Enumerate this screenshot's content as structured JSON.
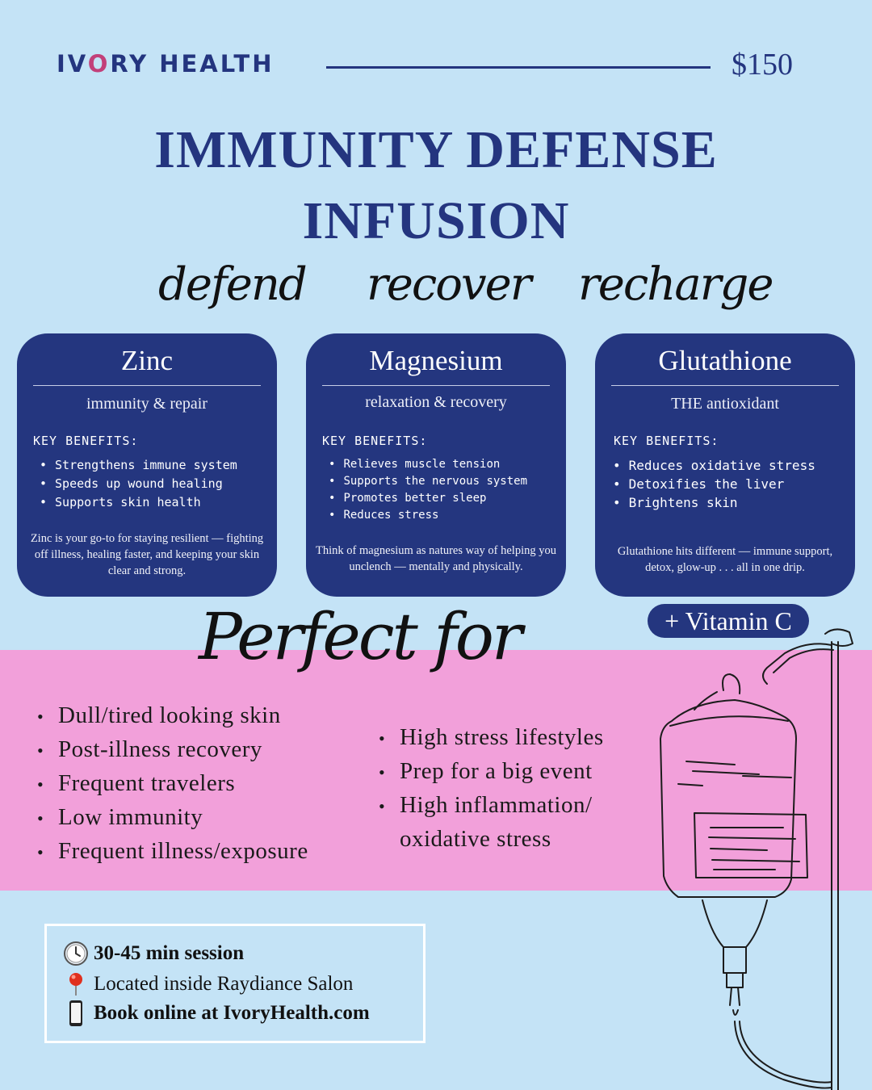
{
  "header": {
    "brand_pre": "IV",
    "brand_drop": "O",
    "brand_post": "RY HEALTH",
    "price": "$150"
  },
  "title": {
    "line1": "IMMUNITY DEFENSE",
    "line2": "INFUSION"
  },
  "taglines": [
    "defend",
    "recover",
    "recharge"
  ],
  "cards": [
    {
      "name": "Zinc",
      "subtitle": "immunity & repair",
      "key_benefits_label": "KEY BENEFITS:",
      "benefits": [
        "Strengthens immune system",
        "Speeds up wound healing",
        "Supports skin health"
      ],
      "description": "Zinc is your go-to for staying resilient — fighting off illness, healing faster, and keeping your skin clear and strong."
    },
    {
      "name": "Magnesium",
      "subtitle": "relaxation & recovery",
      "key_benefits_label": "KEY BENEFITS:",
      "benefits": [
        "Relieves muscle tension",
        "Supports the nervous system",
        "Promotes better sleep",
        "Reduces stress"
      ],
      "description": "Think of magnesium as natures way of helping you unclench — mentally and physically."
    },
    {
      "name": "Glutathione",
      "subtitle": "THE antioxidant",
      "key_benefits_label": "KEY BENEFITS:",
      "benefits": [
        "Reduces oxidative stress",
        "Detoxifies the liver",
        "Brightens skin"
      ],
      "description": "Glutathione hits different — immune support, detox, glow-up . . . all in one drip."
    }
  ],
  "addon": "+ Vitamin C",
  "perfect_for": {
    "heading": "Perfect for",
    "left": [
      "Dull/tired looking skin",
      "Post-illness recovery",
      "Frequent travelers",
      "Low immunity",
      "Frequent illness/exposure"
    ],
    "right": [
      "High stress lifestyles",
      "Prep for a big event",
      "High inflammation/"
    ],
    "right_continuation": "oxidative stress"
  },
  "info": {
    "session": "30-45 min session",
    "location": "Located inside Raydiance Salon",
    "booking": "Book online at IvoryHealth.com"
  },
  "icons": {
    "clock": "clock-icon",
    "pin": "location-pin-icon",
    "phone": "phone-icon",
    "iv_bag": "iv-bag-illustration",
    "logo_drop": "drop-icon"
  },
  "colors": {
    "background": "#c4e3f6",
    "navy": "#24367f",
    "pink_band": "#f2a0da",
    "logo_drop": "#c2407a"
  }
}
